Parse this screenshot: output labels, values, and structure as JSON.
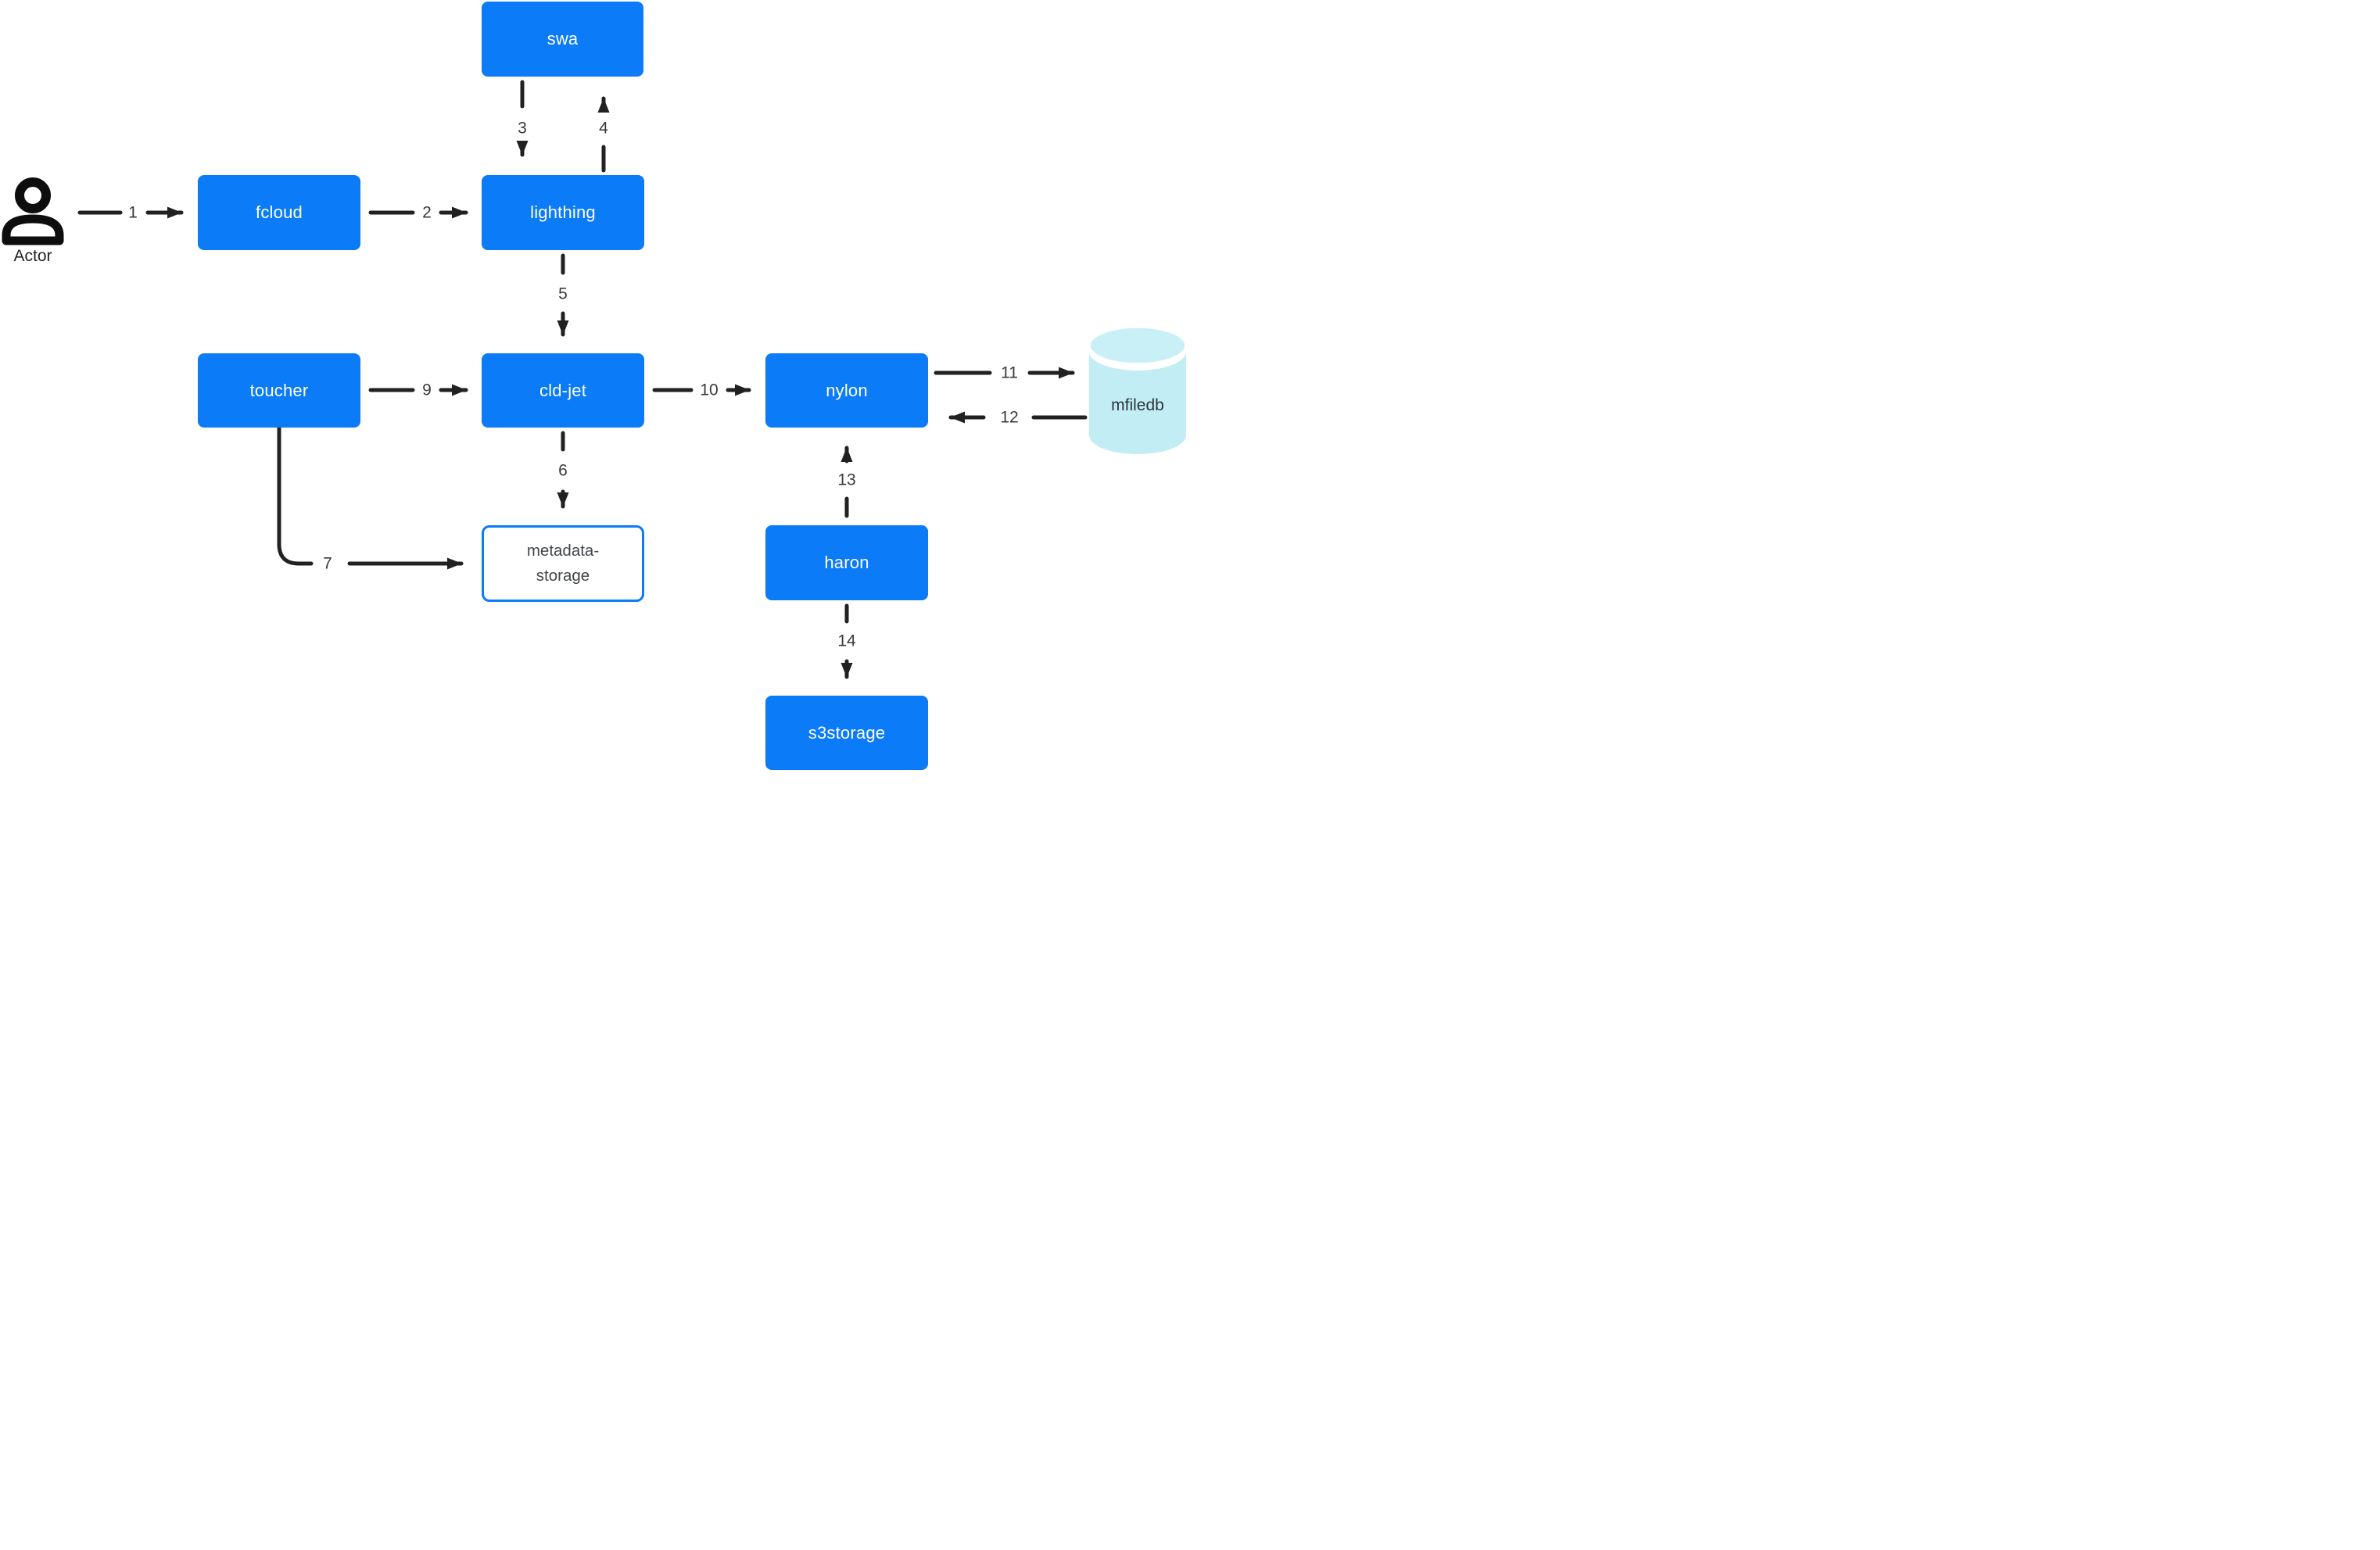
{
  "diagram": {
    "colors": {
      "node_fill": "#0b7bf7",
      "node_text": "#ffffff",
      "outline_box_border": "#0b7bf7",
      "outline_box_text": "#41464b",
      "arrow_color": "#212121",
      "edge_label_color": "#3a3a3a",
      "db_fill": "#c2edf5",
      "db_top_fill": "#c9f0f7",
      "actor_color": "#1f2226",
      "background": "#ffffff"
    },
    "actor": {
      "label": "Actor"
    },
    "nodes": {
      "swa": {
        "label": "swa"
      },
      "fcloud": {
        "label": "fcloud"
      },
      "lighthing": {
        "label": "lighthing"
      },
      "toucher": {
        "label": "toucher"
      },
      "cld_jet": {
        "label": "cld-jet"
      },
      "nylon": {
        "label": "nylon"
      },
      "haron": {
        "label": "haron"
      },
      "s3storage": {
        "label": "s3storage"
      },
      "metadata_storage": {
        "label": "metadata-storage",
        "label_lines": [
          "metadata-",
          "storage"
        ]
      },
      "mfiledb": {
        "label": "mfiledb",
        "shape": "database-cylinder"
      }
    },
    "edges": {
      "e1": {
        "label": "1",
        "from": "Actor",
        "to": "fcloud"
      },
      "e2": {
        "label": "2",
        "from": "fcloud",
        "to": "lighthing"
      },
      "e3": {
        "label": "3",
        "from": "swa",
        "to": "lighthing"
      },
      "e4": {
        "label": "4",
        "from": "lighthing",
        "to": "swa"
      },
      "e5": {
        "label": "5",
        "from": "lighthing",
        "to": "cld-jet"
      },
      "e6": {
        "label": "6",
        "from": "cld-jet",
        "to": "metadata-storage"
      },
      "e7": {
        "label": "7",
        "from": "toucher",
        "to": "metadata-storage"
      },
      "e9": {
        "label": "9",
        "from": "toucher",
        "to": "cld-jet"
      },
      "e10": {
        "label": "10",
        "from": "cld-jet",
        "to": "nylon"
      },
      "e11": {
        "label": "11",
        "from": "nylon",
        "to": "mfiledb"
      },
      "e12": {
        "label": "12",
        "from": "mfiledb",
        "to": "nylon"
      },
      "e13": {
        "label": "13",
        "from": "haron",
        "to": "nylon"
      },
      "e14": {
        "label": "14",
        "from": "haron",
        "to": "s3storage"
      }
    }
  }
}
